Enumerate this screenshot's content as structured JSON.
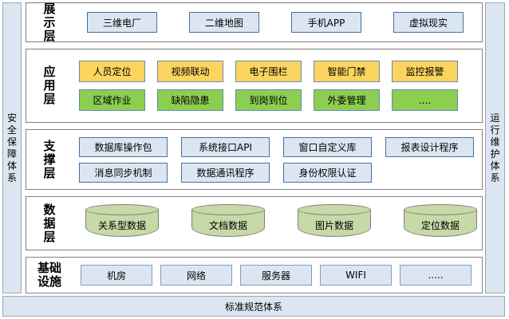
{
  "rails": {
    "left": {
      "label": "安全保障体系",
      "color": "#dce6f2"
    },
    "right": {
      "label": "运行维护体系",
      "color": "#dce6f2"
    }
  },
  "bottom_bar": {
    "label": "标准规范体系",
    "color": "#dce6f2"
  },
  "layers": [
    {
      "id": "presentation",
      "label": "展示层",
      "rows": [
        {
          "style": "blue",
          "items": [
            "三维电厂",
            "二维地图",
            "手机APP",
            "虚拟现实"
          ]
        }
      ]
    },
    {
      "id": "application",
      "label": "应用层",
      "rows": [
        {
          "style": "yellow",
          "items": [
            "人员定位",
            "视频联动",
            "电子围栏",
            "智能门禁",
            "监控报警"
          ]
        },
        {
          "style": "green",
          "items": [
            "区域作业",
            "缺陷隐患",
            "到岗到位",
            "外委管理",
            "...."
          ]
        }
      ]
    },
    {
      "id": "support",
      "label": "支撑层",
      "rows": [
        {
          "style": "blue",
          "items": [
            "数据库操作包",
            "系统接口API",
            "窗口自定义库",
            "报表设计程序"
          ]
        },
        {
          "style": "blue",
          "items": [
            "消息同步机制",
            "数据通讯程序",
            "身份权限认证"
          ]
        }
      ]
    },
    {
      "id": "data",
      "label": "数据层",
      "rows": [
        {
          "style": "cylinder",
          "items": [
            "关系型数据",
            "文档数据",
            "图片数据",
            "定位数据"
          ]
        }
      ]
    },
    {
      "id": "infra",
      "label": "基础设施",
      "rows": [
        {
          "style": "blue",
          "items": [
            "机房",
            "网络",
            "服务器",
            "WIFI",
            "....."
          ]
        }
      ]
    }
  ],
  "colors": {
    "blue_fill": "#dce6f2",
    "blue_border": "#4472a0",
    "yellow_fill": "#fbd55f",
    "yellow_border": "#6d88a8",
    "green_fill": "#8cce4f",
    "green_border": "#5f8bb0",
    "cylinder_fill": "#c6d9a6",
    "cylinder_border": "#7f7f7f",
    "panel_border": "#808080",
    "rail_fill": "#dce6f2",
    "rail_border": "#9aa6b5",
    "background": "#ffffff"
  }
}
